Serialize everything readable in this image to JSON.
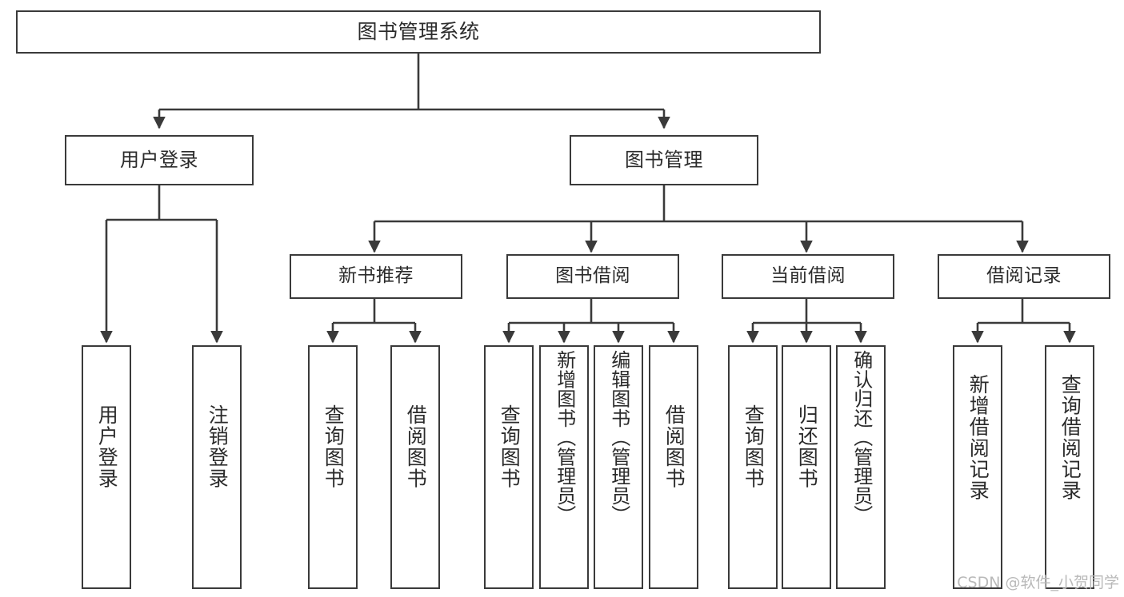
{
  "diagram": {
    "title": "图书管理系统",
    "type": "tree-hierarchy-chart",
    "root": {
      "label": "图书管理系统"
    },
    "level2": [
      {
        "label": "用户登录"
      },
      {
        "label": "图书管理"
      }
    ],
    "level3": [
      {
        "label": "新书推荐"
      },
      {
        "label": "图书借阅"
      },
      {
        "label": "当前借阅"
      },
      {
        "label": "借阅记录"
      }
    ],
    "leaves": [
      {
        "label": "用户登录"
      },
      {
        "label": "注销登录"
      },
      {
        "label": "查询图书"
      },
      {
        "label": "借阅图书"
      },
      {
        "label": "查询图书"
      },
      {
        "label": "新增图书（管理员）"
      },
      {
        "label": "编辑图书（管理员）"
      },
      {
        "label": "借阅图书"
      },
      {
        "label": "查询图书"
      },
      {
        "label": "归还图书"
      },
      {
        "label": "确认归还（管理员）"
      },
      {
        "label": "新增借阅记录"
      },
      {
        "label": "查询借阅记录"
      }
    ]
  },
  "watermark": {
    "text": "CSDN @软件_小贺同学"
  },
  "colors": {
    "stroke": "#3a3a3a",
    "text": "#2b2b2b",
    "background": "#ffffff",
    "watermark": "#b9b9b9"
  }
}
